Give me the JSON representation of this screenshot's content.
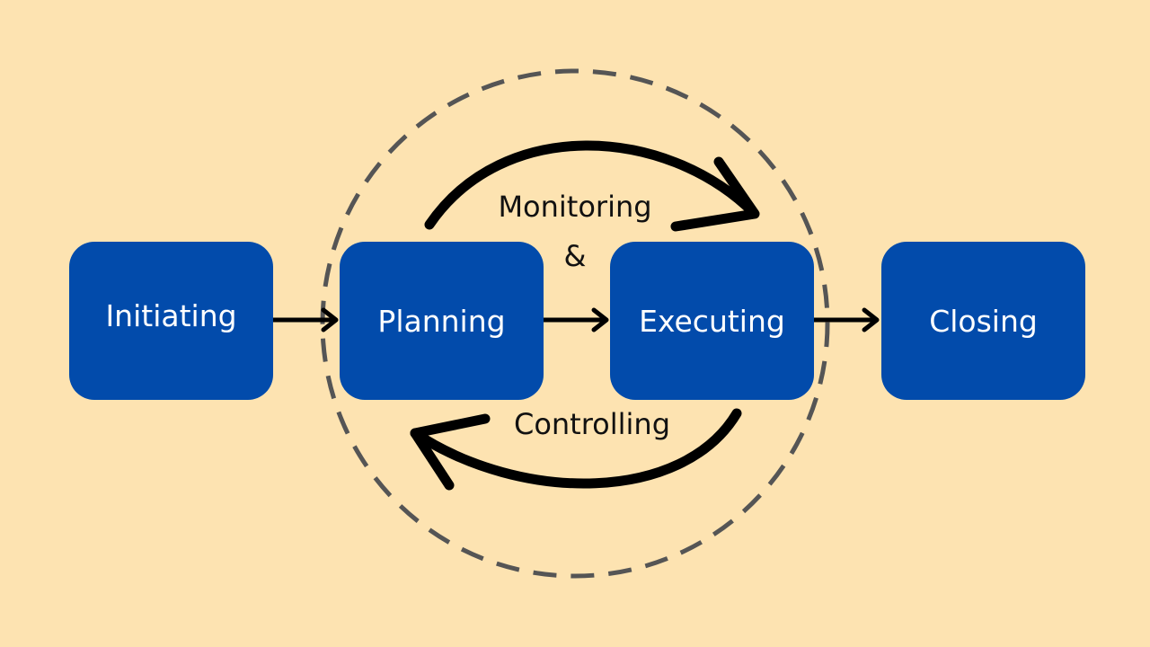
{
  "stages": [
    {
      "id": "initiating",
      "label": "Initiating"
    },
    {
      "id": "planning",
      "label": "Planning"
    },
    {
      "id": "executing",
      "label": "Executing"
    },
    {
      "id": "closing",
      "label": "Closing"
    }
  ],
  "loop": {
    "top_label": "Monitoring",
    "middle_label": "&",
    "bottom_label": "Controlling"
  },
  "colors": {
    "background": "#fde3b1",
    "stage_fill": "#024bab",
    "stage_text": "#ffffff",
    "arrow": "#000000",
    "loop_boundary": "#555555"
  }
}
